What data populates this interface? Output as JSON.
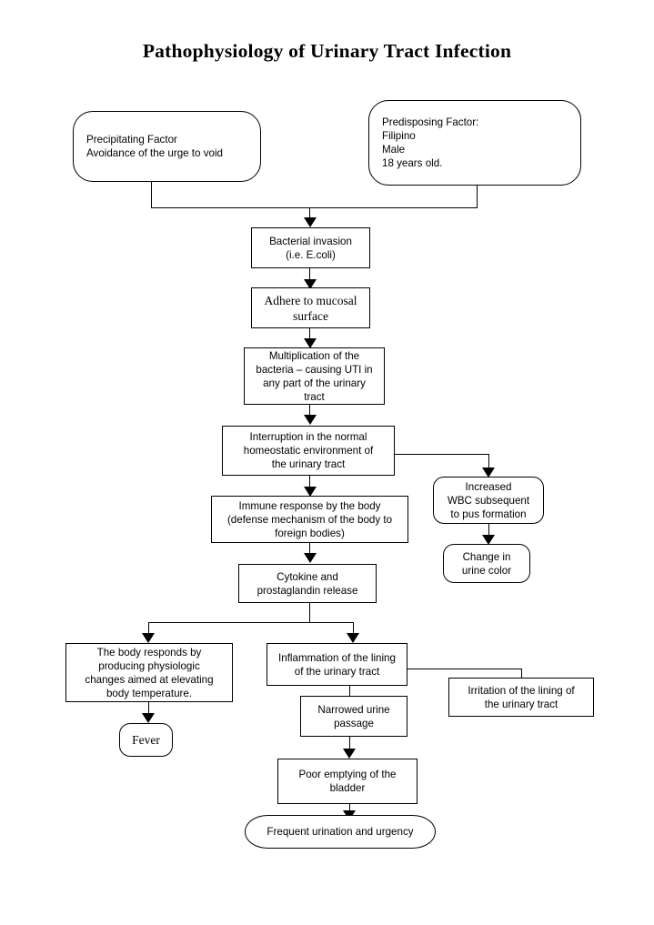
{
  "title": "Pathophysiology of Urinary Tract Infection",
  "nodes": {
    "precipitating_factor": "Precipitating Factor\n    Avoidance of the urge to void",
    "predisposing_factor": "Predisposing Factor:\nFilipino\nMale\n18 years old.",
    "bacterial_invasion": "Bacterial invasion\n(i.e. E.coli)",
    "adhere_mucosal": "Adhere to mucosal\nsurface",
    "multiplication": "Multiplication of the\nbacteria – causing UTI in\nany part of the urinary\ntract",
    "interruption": "Interruption in the normal\nhomeostatic environment of\nthe urinary tract",
    "increased_wbc": "Increased\nWBC subsequent\nto pus formation",
    "change_urine_color": "Change in\nurine color",
    "immune_response": "Immune response by the body\n(defense mechanism of the body to\nforeign bodies)",
    "cytokine": "Cytokine and\nprostaglandin release",
    "body_responds": "The body responds by\nproducing physiologic\nchanges aimed at elevating\nbody temperature.",
    "fever": "Fever",
    "inflammation": "Inflammation of the lining\nof the urinary tract",
    "irritation": "Irritation of the lining of\nthe urinary tract",
    "narrowed_passage": "Narrowed urine\npassage",
    "poor_emptying": "Poor emptying of the\nbladder",
    "frequent_urination": "Frequent urination and urgency"
  },
  "colors": {
    "stroke": "#000000",
    "fill": "#ffffff",
    "text": "#000000"
  }
}
